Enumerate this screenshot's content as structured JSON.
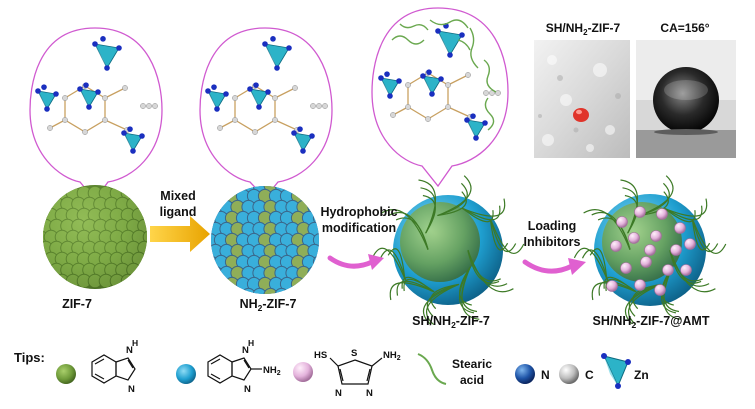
{
  "stages": {
    "zif7": "ZIF-7",
    "nh2_main": "NH",
    "nh2_sub": "2",
    "nh2_suffix": "-ZIF-7",
    "sh_prefix": "SH/NH",
    "sh_sub": "2",
    "sh_suffix": "-ZIF-7",
    "amt_prefix": "SH/NH",
    "amt_sub": "2",
    "amt_suffix": "-ZIF-7@AMT"
  },
  "steps": {
    "mixed_line1": "Mixed",
    "mixed_line2": "ligand",
    "hydro_line1": "Hydrophobic",
    "hydro_line2": "modification",
    "loading_line1": "Loading",
    "loading_line2": "Inhibitors"
  },
  "photos": {
    "left_prefix": "SH/NH",
    "left_sub": "2",
    "left_suffix": "-ZIF-7",
    "right_label": "CA=156°"
  },
  "tips": {
    "label": "Tips:",
    "nh2_group": "NH",
    "nh2_group_sub": "2",
    "sh_group": "HS",
    "amt_nh2": "NH",
    "amt_nh2_sub": "2",
    "n_atom": "N",
    "s_atom": "S",
    "h_atom": "H",
    "stearic_line1": "Stearic",
    "stearic_line2": "acid",
    "legend_n": "N",
    "legend_c": "C",
    "legend_zn": "Zn"
  },
  "colors": {
    "zif_green": "#6f9b3a",
    "nh2_blue": "#1f9fd0",
    "bubble_pink": "#d05ad0",
    "arrow_gold": "#f0b400",
    "arrow_pink": "#e060d0",
    "chain_green": "#6aa84f",
    "inhibitor_pink": "#e7b8e0",
    "tetra_cyan": "#2cb3c8",
    "atom_blue": "#1a2fbf",
    "atom_grey": "#c9c9c9"
  }
}
